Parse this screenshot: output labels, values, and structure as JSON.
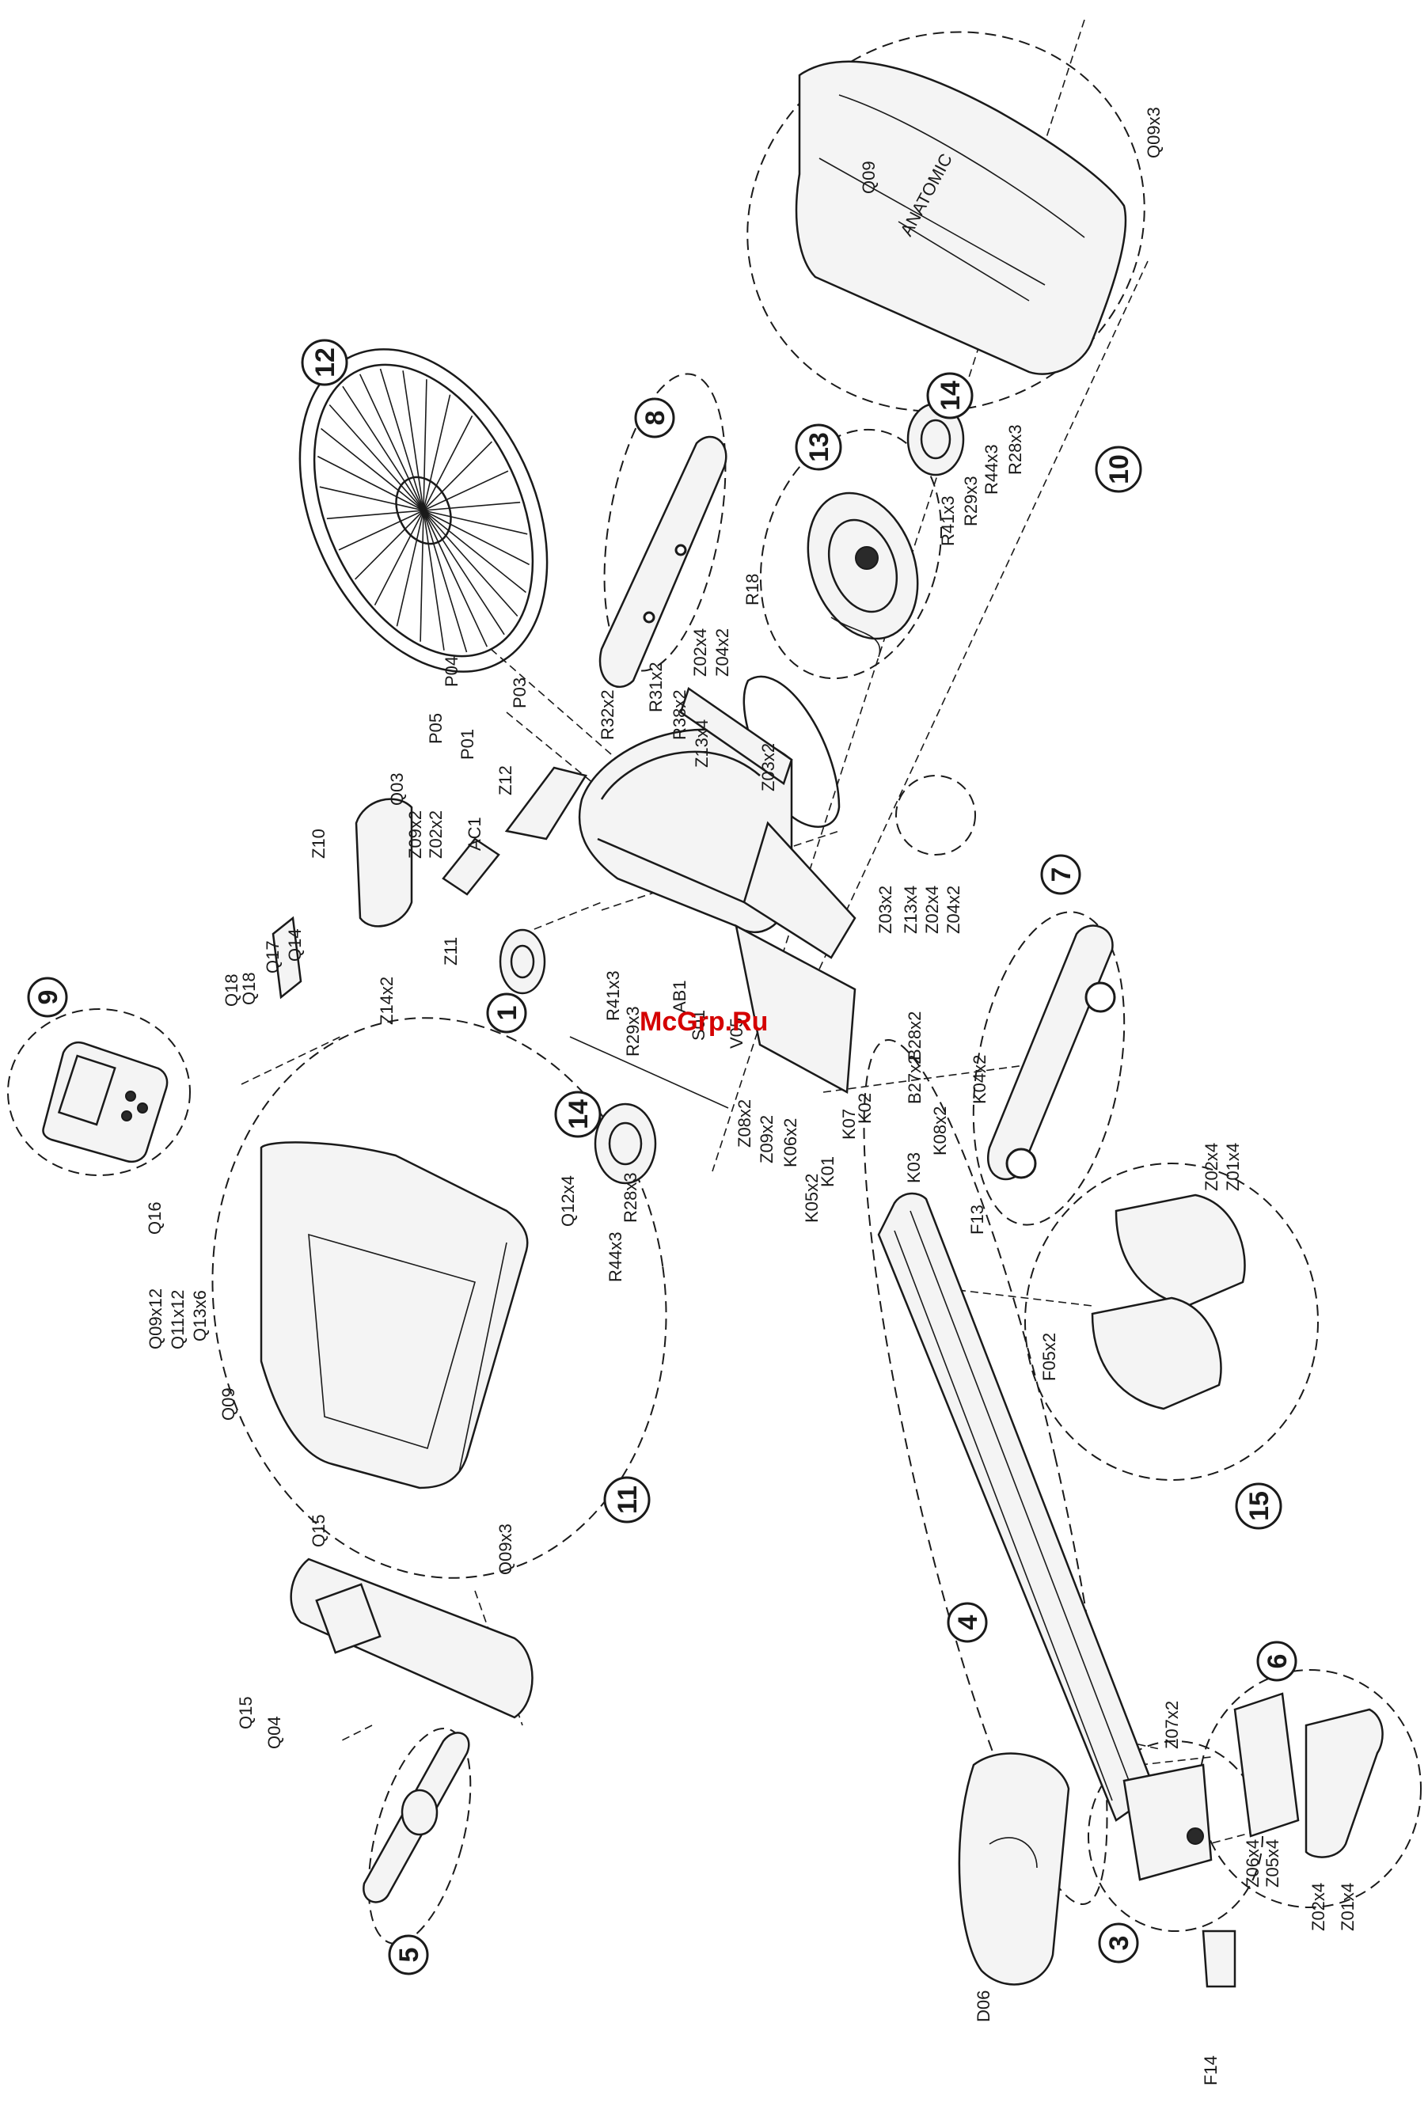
{
  "watermark": "McGrp.Ru",
  "assemblies": [
    {
      "id": "a1",
      "number": "1"
    },
    {
      "id": "a3",
      "number": "3"
    },
    {
      "id": "a4",
      "number": "4"
    },
    {
      "id": "a5",
      "number": "5"
    },
    {
      "id": "a6",
      "number": "6"
    },
    {
      "id": "a7",
      "number": "7"
    },
    {
      "id": "a8",
      "number": "8"
    },
    {
      "id": "a9",
      "number": "9"
    },
    {
      "id": "a10",
      "number": "10"
    },
    {
      "id": "a11",
      "number": "11"
    },
    {
      "id": "a12",
      "number": "12"
    },
    {
      "id": "a13",
      "number": "13"
    },
    {
      "id": "a14a",
      "number": "14"
    },
    {
      "id": "a14b",
      "number": "14"
    },
    {
      "id": "a15",
      "number": "15"
    }
  ],
  "part_labels": [
    {
      "id": "p1",
      "text": "Q09x3"
    },
    {
      "id": "p2",
      "text": "Q09"
    },
    {
      "id": "p3",
      "text": "R44x3"
    },
    {
      "id": "p4",
      "text": "R28x3"
    },
    {
      "id": "p5",
      "text": "R41x3"
    },
    {
      "id": "p6",
      "text": "R29x3"
    },
    {
      "id": "p7",
      "text": "R18"
    },
    {
      "id": "p8",
      "text": "Z02x4"
    },
    {
      "id": "p9",
      "text": "Z04x2"
    },
    {
      "id": "p10",
      "text": "R31x2"
    },
    {
      "id": "p11",
      "text": "R38x2"
    },
    {
      "id": "p12",
      "text": "Z13x4"
    },
    {
      "id": "p13",
      "text": "R32x2"
    },
    {
      "id": "p14",
      "text": "Z03x2"
    },
    {
      "id": "p15",
      "text": "P04"
    },
    {
      "id": "p16",
      "text": "P03"
    },
    {
      "id": "p17",
      "text": "P05"
    },
    {
      "id": "p18",
      "text": "P01"
    },
    {
      "id": "p19",
      "text": "Z12"
    },
    {
      "id": "p20",
      "text": "Q03"
    },
    {
      "id": "p21",
      "text": "Z10"
    },
    {
      "id": "p22",
      "text": "Z09x2"
    },
    {
      "id": "p23",
      "text": "Z02x2"
    },
    {
      "id": "p24",
      "text": "AC1"
    },
    {
      "id": "p25",
      "text": "Z11"
    },
    {
      "id": "p26",
      "text": "Z14x2"
    },
    {
      "id": "p27",
      "text": "Q18"
    },
    {
      "id": "p28",
      "text": "Q17"
    },
    {
      "id": "p29",
      "text": "Q14"
    },
    {
      "id": "p30",
      "text": "Q18"
    },
    {
      "id": "p31",
      "text": "R41x3"
    },
    {
      "id": "p32",
      "text": "R29x3"
    },
    {
      "id": "p33",
      "text": "AB1"
    },
    {
      "id": "p34",
      "text": "S01"
    },
    {
      "id": "p35",
      "text": "V05"
    },
    {
      "id": "p36",
      "text": "Z03x2"
    },
    {
      "id": "p37",
      "text": "Z13x4"
    },
    {
      "id": "p38",
      "text": "Z02x4"
    },
    {
      "id": "p39",
      "text": "Z04x2"
    },
    {
      "id": "p40",
      "text": "B28x2"
    },
    {
      "id": "p41",
      "text": "B27x2"
    },
    {
      "id": "p42",
      "text": "K04x2"
    },
    {
      "id": "p43",
      "text": "Z08x2"
    },
    {
      "id": "p44",
      "text": "Z09x2"
    },
    {
      "id": "p45",
      "text": "K06x2"
    },
    {
      "id": "p46",
      "text": "K02"
    },
    {
      "id": "p47",
      "text": "K07"
    },
    {
      "id": "p48",
      "text": "K08x2"
    },
    {
      "id": "p49",
      "text": "K01"
    },
    {
      "id": "p50",
      "text": "K05x2"
    },
    {
      "id": "p51",
      "text": "K03"
    },
    {
      "id": "p52",
      "text": "F13"
    },
    {
      "id": "p53",
      "text": "Z02x4"
    },
    {
      "id": "p54",
      "text": "Z01x4"
    },
    {
      "id": "p55",
      "text": "F05x2"
    },
    {
      "id": "p56",
      "text": "Q16"
    },
    {
      "id": "p57",
      "text": "Q12x4"
    },
    {
      "id": "p58",
      "text": "R44x3"
    },
    {
      "id": "p59",
      "text": "R28x3"
    },
    {
      "id": "p60",
      "text": "Q09x12"
    },
    {
      "id": "p61",
      "text": "Q11x12"
    },
    {
      "id": "p62",
      "text": "Q13x6"
    },
    {
      "id": "p63",
      "text": "Q09"
    },
    {
      "id": "p64",
      "text": "Q09x3"
    },
    {
      "id": "p65",
      "text": "Q15"
    },
    {
      "id": "p66",
      "text": "Q15"
    },
    {
      "id": "p67",
      "text": "Q04"
    },
    {
      "id": "p68",
      "text": "Z07x2"
    },
    {
      "id": "p69",
      "text": "Z06x4"
    },
    {
      "id": "p70",
      "text": "Z05x4"
    },
    {
      "id": "p71",
      "text": "Z02x4"
    },
    {
      "id": "p72",
      "text": "Z01x4"
    },
    {
      "id": "p73",
      "text": "D06"
    },
    {
      "id": "p74",
      "text": "F14"
    }
  ]
}
